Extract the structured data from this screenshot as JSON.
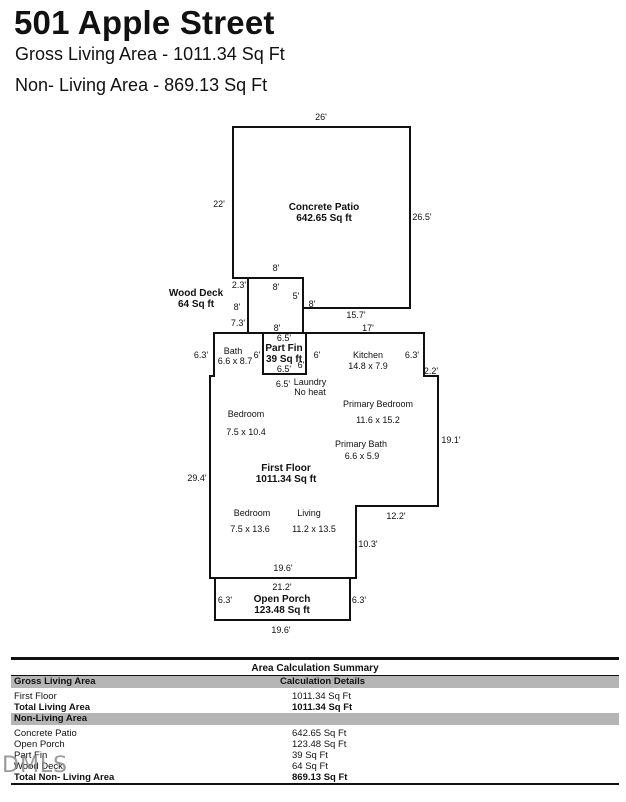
{
  "header": {
    "title": "501 Apple Street",
    "gross_living": "Gross Living Area - 1011.34 Sq Ft",
    "non_living": "Non- Living Area - 869.13 Sq Ft"
  },
  "plan": {
    "areas": {
      "patio_name": "Concrete Patio",
      "patio_area": "642.65 Sq ft",
      "deck_name": "Wood Deck",
      "deck_area": "64 Sq ft",
      "partfin_name": "Part Fin",
      "partfin_area": "39 Sq ft",
      "first_floor_name": "First Floor",
      "first_floor_area": "1011.34 Sq ft",
      "porch_name": "Open Porch",
      "porch_area": "123.48 Sq ft"
    },
    "rooms": {
      "bath": "Bath",
      "bath_size": "6.6 x 8.7",
      "kitchen": "Kitchen",
      "kitchen_size": "14.8 x 7.9",
      "laundry": "Laundry",
      "no_heat": "No heat",
      "primary_bedroom": "Primary Bedroom",
      "primary_bedroom_size": "11.6 x 15.2",
      "bedroom1": "Bedroom",
      "bedroom1_size": "7.5 x 10.4",
      "primary_bath": "Primary Bath",
      "primary_bath_size": "6.6 x 5.9",
      "bedroom2": "Bedroom",
      "bedroom2_size": "7.5 x 13.6",
      "living": "Living",
      "living_size": "11.2 x 13.5"
    },
    "dims": {
      "patio_top": "26'",
      "patio_left": "22'",
      "patio_right": "26.5'",
      "patio_bottom": "15.7'",
      "deck_top": "8'",
      "deck_inner_top": "8'",
      "deck_left_a": "2.3'",
      "deck_right": "5'",
      "deck_right_b": "8'",
      "deck_left": "8'",
      "deck_left_b": "7.3'",
      "deck_bottom": "8'",
      "ff_top": "17'",
      "partfin_top": "6.5'",
      "partfin_left": "6'",
      "partfin_right": "6'",
      "partfin_right_in": "6'",
      "partfin_bottom": "6.5'",
      "partfin_below": "6.5'",
      "ff_left_top": "6.3'",
      "ff_right_top": "6.3'",
      "ff_step": "2.2'",
      "ff_right": "19.1'",
      "ff_left": "29.4'",
      "ff_notch": "12.2'",
      "ff_notch_v": "10.3'",
      "ff_bottom": "19.6'",
      "porch_top": "21.2'",
      "porch_left": "6.3'",
      "porch_right": "6.3'",
      "porch_bottom": "19.6'"
    }
  },
  "summary": {
    "title": "Area Calculation Summary",
    "gross_header": "Gross Living Area",
    "calc_header": "Calculation Details",
    "gross_rows": [
      {
        "label": "First Floor",
        "value": "1011.34 Sq Ft"
      },
      {
        "label": "Total Living Area",
        "value": "1011.34 Sq Ft"
      }
    ],
    "non_living_header": "Non-Living Area",
    "non_living_rows": [
      {
        "label": "Concrete Patio",
        "value": "642.65 Sq Ft"
      },
      {
        "label": "Open Porch",
        "value": "123.48 Sq Ft"
      },
      {
        "label": "Part Fin",
        "value": "39 Sq Ft"
      },
      {
        "label": "Wood Deck",
        "value": "64 Sq Ft"
      },
      {
        "label": "Total Non- Living Area",
        "value": "869.13 Sq Ft"
      }
    ]
  },
  "watermark": "DMLS"
}
